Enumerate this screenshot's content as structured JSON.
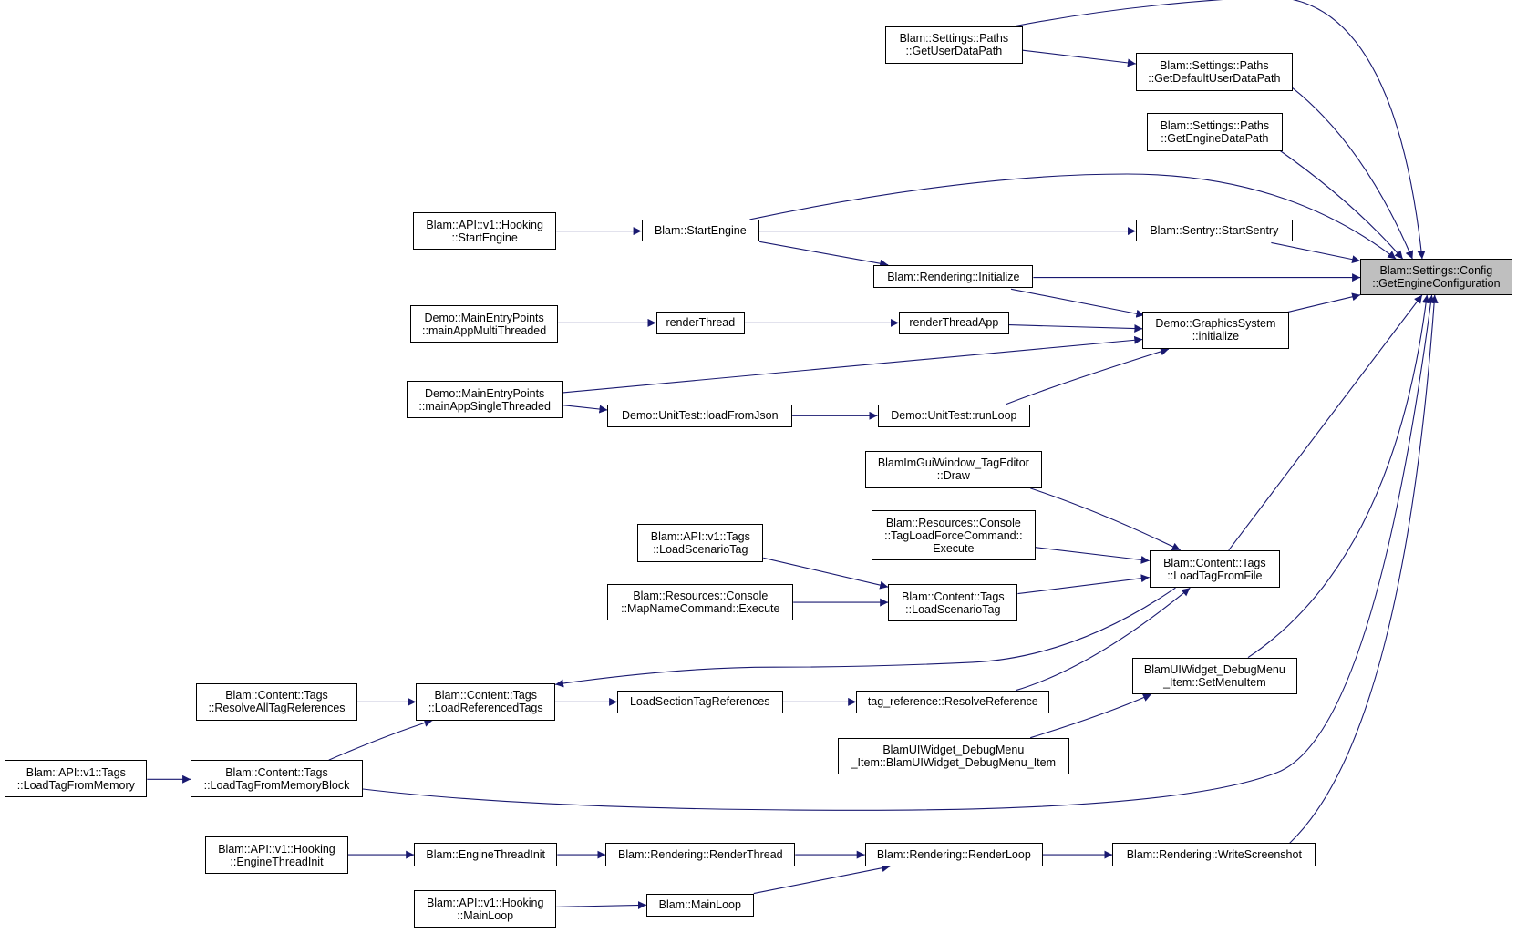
{
  "diagram": {
    "colors": {
      "edge": "#191970",
      "node_border": "#000000",
      "node_fill": "#ffffff",
      "root_fill": "#bfbfbf"
    },
    "nodes": [
      {
        "id": "root",
        "lines": [
          "Blam::Settings::Config",
          "::GetEngineConfiguration"
        ]
      },
      {
        "id": "getuserdatapath",
        "lines": [
          "Blam::Settings::Paths",
          "::GetUserDataPath"
        ]
      },
      {
        "id": "getdefaultuserdatapath",
        "lines": [
          "Blam::Settings::Paths",
          "::GetDefaultUserDataPath"
        ]
      },
      {
        "id": "getenginedatapath",
        "lines": [
          "Blam::Settings::Paths",
          "::GetEngineDataPath"
        ]
      },
      {
        "id": "api_startengine",
        "lines": [
          "Blam::API::v1::Hooking",
          "::StartEngine"
        ]
      },
      {
        "id": "startengine",
        "lines": [
          "Blam::StartEngine"
        ]
      },
      {
        "id": "startsentry",
        "lines": [
          "Blam::Sentry::StartSentry"
        ]
      },
      {
        "id": "rendering_initialize",
        "lines": [
          "Blam::Rendering::Initialize"
        ]
      },
      {
        "id": "mainappmulti",
        "lines": [
          "Demo::MainEntryPoints",
          "::mainAppMultiThreaded"
        ]
      },
      {
        "id": "renderthread",
        "lines": [
          "renderThread"
        ]
      },
      {
        "id": "renderthreadapp",
        "lines": [
          "renderThreadApp"
        ]
      },
      {
        "id": "graphicssystem_init",
        "lines": [
          "Demo::GraphicsSystem",
          "::initialize"
        ]
      },
      {
        "id": "mainappsingle",
        "lines": [
          "Demo::MainEntryPoints",
          "::mainAppSingleThreaded"
        ]
      },
      {
        "id": "loadfromjson",
        "lines": [
          "Demo::UnitTest::loadFromJson"
        ]
      },
      {
        "id": "runloop",
        "lines": [
          "Demo::UnitTest::runLoop"
        ]
      },
      {
        "id": "tageditor_draw",
        "lines": [
          "BlamImGuiWindow_TagEditor",
          "::Draw"
        ]
      },
      {
        "id": "tagloadforce",
        "lines": [
          "Blam::Resources::Console",
          "::TagLoadForceCommand::",
          "Execute"
        ]
      },
      {
        "id": "api_loadscenariotag",
        "lines": [
          "Blam::API::v1::Tags",
          "::LoadScenarioTag"
        ]
      },
      {
        "id": "loadtagfromfile",
        "lines": [
          "Blam::Content::Tags",
          "::LoadTagFromFile"
        ]
      },
      {
        "id": "mapnamecommand",
        "lines": [
          "Blam::Resources::Console",
          "::MapNameCommand::Execute"
        ]
      },
      {
        "id": "content_loadscenariotag",
        "lines": [
          "Blam::Content::Tags",
          "::LoadScenarioTag"
        ]
      },
      {
        "id": "resolvealltagrefs",
        "lines": [
          "Blam::Content::Tags",
          "::ResolveAllTagReferences"
        ]
      },
      {
        "id": "loadreferencedtags",
        "lines": [
          "Blam::Content::Tags",
          "::LoadReferencedTags"
        ]
      },
      {
        "id": "loadsectiontagrefs",
        "lines": [
          "LoadSectionTagReferences"
        ]
      },
      {
        "id": "resolvereference",
        "lines": [
          "tag_reference::ResolveReference"
        ]
      },
      {
        "id": "setmenuitem",
        "lines": [
          "BlamUIWidget_DebugMenu",
          "_Item::SetMenuItem"
        ]
      },
      {
        "id": "debugmenu_ctor",
        "lines": [
          "BlamUIWidget_DebugMenu",
          "_Item::BlamUIWidget_DebugMenu_Item"
        ]
      },
      {
        "id": "api_loadtagfrommemory",
        "lines": [
          "Blam::API::v1::Tags",
          "::LoadTagFromMemory"
        ]
      },
      {
        "id": "loadtagfrommemoryblock",
        "lines": [
          "Blam::Content::Tags",
          "::LoadTagFromMemoryBlock"
        ]
      },
      {
        "id": "api_enginethreadinit",
        "lines": [
          "Blam::API::v1::Hooking",
          "::EngineThreadInit"
        ]
      },
      {
        "id": "enginethreadinit",
        "lines": [
          "Blam::EngineThreadInit"
        ]
      },
      {
        "id": "rendering_renderthread",
        "lines": [
          "Blam::Rendering::RenderThread"
        ]
      },
      {
        "id": "renderloop",
        "lines": [
          "Blam::Rendering::RenderLoop"
        ]
      },
      {
        "id": "writescreenshot",
        "lines": [
          "Blam::Rendering::WriteScreenshot"
        ]
      },
      {
        "id": "api_mainloop",
        "lines": [
          "Blam::API::v1::Hooking",
          "::MainLoop"
        ]
      },
      {
        "id": "mainloop",
        "lines": [
          "Blam::MainLoop"
        ]
      }
    ],
    "edges": [
      [
        "getuserdatapath",
        "root"
      ],
      [
        "getuserdatapath",
        "getdefaultuserdatapath"
      ],
      [
        "getdefaultuserdatapath",
        "root"
      ],
      [
        "getenginedatapath",
        "root"
      ],
      [
        "api_startengine",
        "startengine"
      ],
      [
        "startengine",
        "root"
      ],
      [
        "startengine",
        "startsentry"
      ],
      [
        "startengine",
        "rendering_initialize"
      ],
      [
        "startsentry",
        "root"
      ],
      [
        "rendering_initialize",
        "root"
      ],
      [
        "rendering_initialize",
        "graphicssystem_init"
      ],
      [
        "mainappmulti",
        "renderthread"
      ],
      [
        "renderthread",
        "renderthreadapp"
      ],
      [
        "renderthreadapp",
        "graphicssystem_init"
      ],
      [
        "graphicssystem_init",
        "root"
      ],
      [
        "mainappsingle",
        "graphicssystem_init"
      ],
      [
        "mainappsingle",
        "loadfromjson"
      ],
      [
        "loadfromjson",
        "runloop"
      ],
      [
        "runloop",
        "graphicssystem_init"
      ],
      [
        "tageditor_draw",
        "loadtagfromfile"
      ],
      [
        "tagloadforce",
        "loadtagfromfile"
      ],
      [
        "api_loadscenariotag",
        "content_loadscenariotag"
      ],
      [
        "mapnamecommand",
        "content_loadscenariotag"
      ],
      [
        "content_loadscenariotag",
        "loadtagfromfile"
      ],
      [
        "loadtagfromfile",
        "root"
      ],
      [
        "loadtagfromfile",
        "loadreferencedtags"
      ],
      [
        "resolvealltagrefs",
        "loadreferencedtags"
      ],
      [
        "loadreferencedtags",
        "loadsectiontagrefs"
      ],
      [
        "loadsectiontagrefs",
        "resolvereference"
      ],
      [
        "resolvereference",
        "loadtagfromfile"
      ],
      [
        "setmenuitem",
        "root"
      ],
      [
        "debugmenu_ctor",
        "setmenuitem"
      ],
      [
        "api_loadtagfrommemory",
        "loadtagfrommemoryblock"
      ],
      [
        "loadtagfrommemoryblock",
        "loadreferencedtags"
      ],
      [
        "loadtagfrommemoryblock",
        "root"
      ],
      [
        "api_enginethreadinit",
        "enginethreadinit"
      ],
      [
        "enginethreadinit",
        "rendering_renderthread"
      ],
      [
        "rendering_renderthread",
        "renderloop"
      ],
      [
        "renderloop",
        "writescreenshot"
      ],
      [
        "writescreenshot",
        "root"
      ],
      [
        "api_mainloop",
        "mainloop"
      ],
      [
        "mainloop",
        "renderloop"
      ]
    ]
  }
}
